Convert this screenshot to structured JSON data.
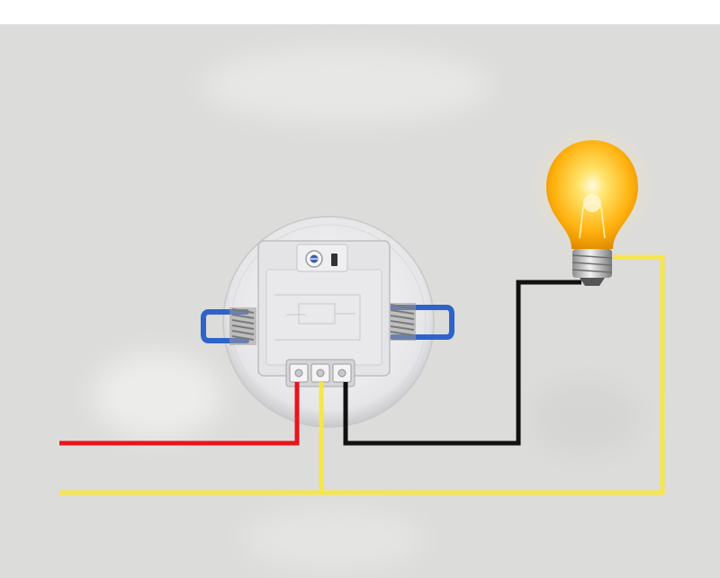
{
  "diagram": {
    "subject": "ceiling-sensor-wiring",
    "colors": {
      "background": "#dcdcdb",
      "live_wire": "#e8141b",
      "neutral_wire": "#f7e64a",
      "switched_wire": "#111111",
      "sensor_body": "#e9e9eb",
      "spring_clip": "#2f63c9",
      "bulb_glass": "#ffb20f"
    },
    "components": [
      {
        "id": "motion-sensor",
        "icon": "circular-sensor-module"
      },
      {
        "id": "light-bulb",
        "icon": "bulb-icon"
      }
    ],
    "wires": [
      {
        "id": "live",
        "color_key": "live_wire"
      },
      {
        "id": "neutral",
        "color_key": "neutral_wire"
      },
      {
        "id": "switched",
        "color_key": "switched_wire"
      }
    ],
    "terminals": 3
  }
}
